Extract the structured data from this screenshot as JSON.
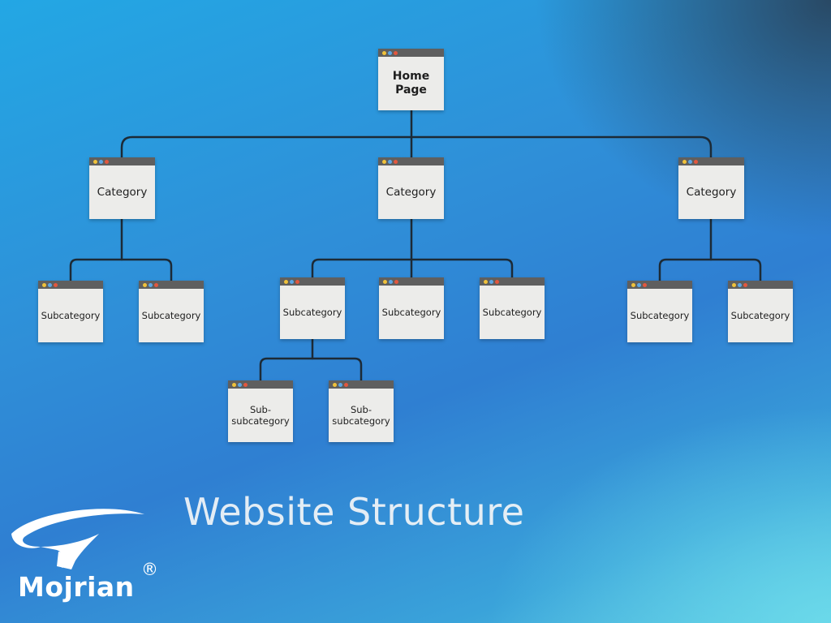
{
  "diagram": {
    "root": {
      "label": "Home\nPage",
      "children": [
        {
          "label": "Category",
          "children": [
            {
              "label": "Subcategory"
            },
            {
              "label": "Subcategory"
            }
          ]
        },
        {
          "label": "Category",
          "children": [
            {
              "label": "Subcategory",
              "children": [
                {
                  "label": "Sub-\nsubcategory"
                },
                {
                  "label": "Sub-\nsubcategory"
                }
              ]
            },
            {
              "label": "Subcategory"
            },
            {
              "label": "Subcategory"
            }
          ]
        },
        {
          "label": "Category",
          "children": [
            {
              "label": "Subcategory"
            },
            {
              "label": "Subcategory"
            }
          ]
        }
      ]
    }
  },
  "title": "Website Structure",
  "brand": {
    "name": "Mojrian",
    "registered_mark": "®",
    "logo_icon": "swoosh-logo-icon"
  },
  "colors": {
    "node_face": "#ececea",
    "node_titlebar": "#5f5f5f",
    "connector": "#1c2a36",
    "title_text": "#f3f6f8"
  }
}
